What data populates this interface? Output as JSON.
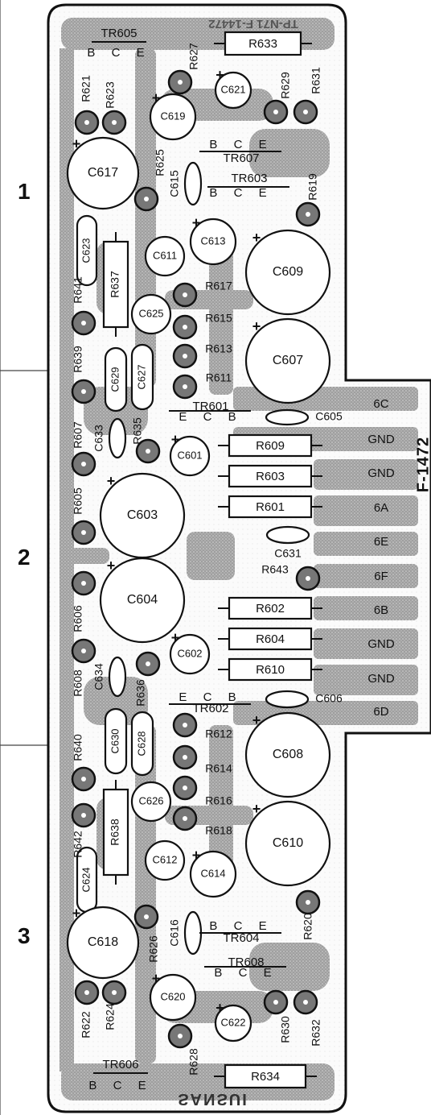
{
  "board": {
    "id_label": "F-1472",
    "top_mirror_text": "TP-N71   F-14472",
    "bottom_mirror_text": "SANSUI"
  },
  "sections": [
    "1",
    "2",
    "3"
  ],
  "terminals": [
    "6C",
    "GND",
    "GND",
    "6A",
    "6E",
    "6F",
    "6B",
    "GND",
    "GND",
    "6D"
  ],
  "resistors_h": [
    {
      "label": "R633"
    },
    {
      "label": "R609"
    },
    {
      "label": "R603"
    },
    {
      "label": "R601"
    },
    {
      "label": "R602"
    },
    {
      "label": "R604"
    },
    {
      "label": "R610"
    },
    {
      "label": "R634"
    }
  ],
  "resistors_v": [
    {
      "label": "R637"
    },
    {
      "label": "R638"
    }
  ],
  "caps_small": [
    {
      "label": "C623"
    },
    {
      "label": "C629"
    },
    {
      "label": "C627"
    },
    {
      "label": "C630"
    },
    {
      "label": "C628"
    },
    {
      "label": "C624"
    }
  ],
  "electrolytics": [
    {
      "label": "C617"
    },
    {
      "label": "C619"
    },
    {
      "label": "C621"
    },
    {
      "label": "C611"
    },
    {
      "label": "C613"
    },
    {
      "label": "C609"
    },
    {
      "label": "C625"
    },
    {
      "label": "C607"
    },
    {
      "label": "C603"
    },
    {
      "label": "C601"
    },
    {
      "label": "C604"
    },
    {
      "label": "C602"
    },
    {
      "label": "C608"
    },
    {
      "label": "C626"
    },
    {
      "label": "C610"
    },
    {
      "label": "C612"
    },
    {
      "label": "C614"
    },
    {
      "label": "C618"
    },
    {
      "label": "C620"
    },
    {
      "label": "C622"
    }
  ],
  "ceramics": [
    {
      "label": "C615"
    },
    {
      "label": "C633"
    },
    {
      "label": "C605"
    },
    {
      "label": "C631"
    },
    {
      "label": "C634"
    },
    {
      "label": "C606"
    },
    {
      "label": "C616"
    }
  ],
  "transistors": [
    {
      "label": "TR605",
      "pins": "B C E"
    },
    {
      "label": "TR607",
      "pins": "B C E"
    },
    {
      "label": "TR603",
      "pins": "B C E"
    },
    {
      "label": "TR601",
      "pins": "E C B"
    },
    {
      "label": "TR602",
      "pins": "E C B"
    },
    {
      "label": "TR604",
      "pins": "B C E"
    },
    {
      "label": "TR608",
      "pins": "B C E"
    },
    {
      "label": "TR606",
      "pins": "B C E"
    }
  ],
  "pad_labels": [
    "R621",
    "R623",
    "R627",
    "R629",
    "R631",
    "R625",
    "R619",
    "R641",
    "R617",
    "R615",
    "R639",
    "R613",
    "R611",
    "R635",
    "R607",
    "R605",
    "R643",
    "R606",
    "R608",
    "R636",
    "R612",
    "R614",
    "R640",
    "R642",
    "R616",
    "R618",
    "R620",
    "R626",
    "R622",
    "R624",
    "R628",
    "R630",
    "R632"
  ]
}
